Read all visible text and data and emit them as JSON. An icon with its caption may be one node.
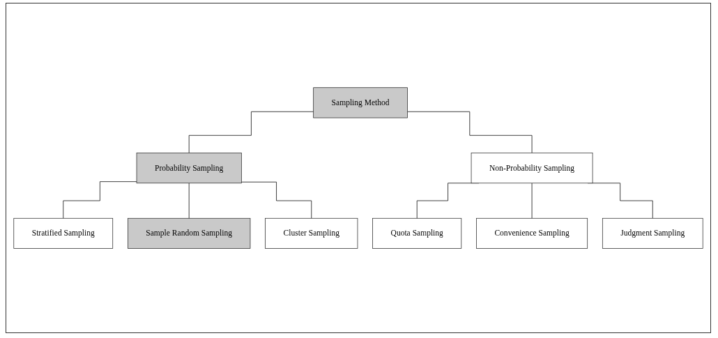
{
  "diagram": {
    "nodes": [
      {
        "text": [
          "Sampling Method"
        ]
      },
      {
        "text": [
          "Probability Sampling"
        ]
      },
      {
        "text": [
          "Non-Probability Sampling"
        ]
      },
      {
        "text": [
          "Stratified Sampling"
        ]
      },
      {
        "text": [
          "Sample Random Sampling"
        ]
      },
      {
        "text": [
          "Cluster Sampling"
        ]
      },
      {
        "text": [
          "Quota Sampling"
        ]
      },
      {
        "text": [
          "Convenience Sampling"
        ]
      },
      {
        "text": [
          "Judgment Sampling"
        ]
      }
    ],
    "edges": [
      {
        "from": 0,
        "to": 1,
        "arrow": "none"
      },
      {
        "from": 0,
        "to": 2,
        "arrow": "none"
      },
      {
        "from": 1,
        "to": 3,
        "arrow": "none"
      },
      {
        "from": 1,
        "to": 4,
        "arrow": "none"
      },
      {
        "from": 1,
        "to": 5,
        "arrow": "none"
      },
      {
        "from": 2,
        "to": 6,
        "arrow": "none"
      },
      {
        "from": 2,
        "to": 7,
        "arrow": "none"
      },
      {
        "from": 2,
        "to": 8,
        "arrow": "none"
      }
    ]
  }
}
